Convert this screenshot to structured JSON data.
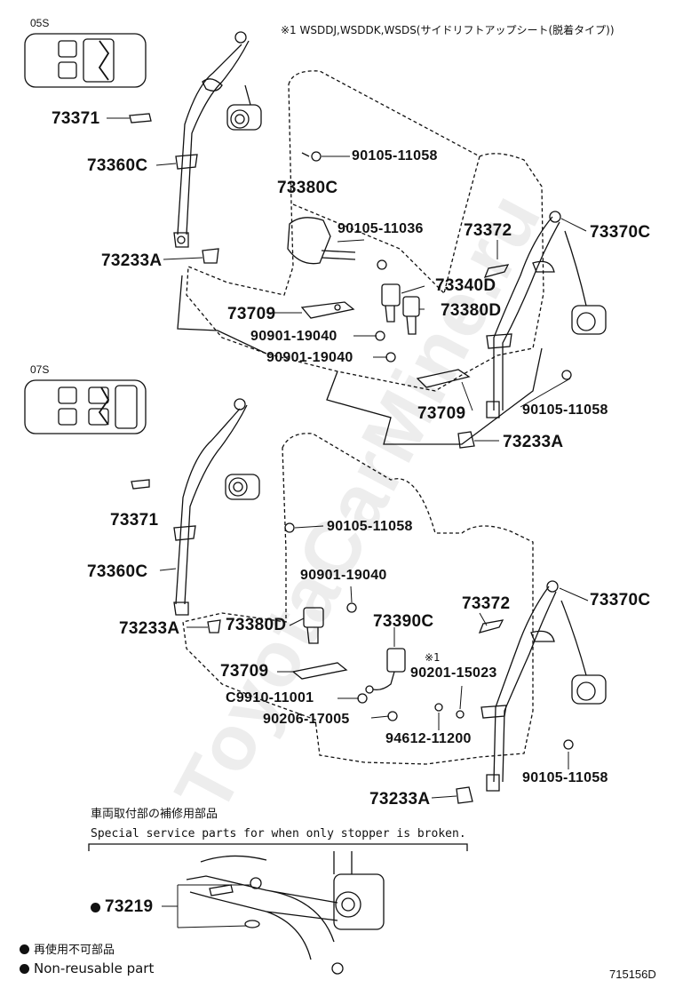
{
  "note_top": "※1 WSDDJ,WSDDK,WSDS(サイドリフトアップシート(脱着タイプ))",
  "variant_05s": "05S",
  "variant_07s": "07S",
  "parts_upper": {
    "p73371": "73371",
    "p73360c": "73360C",
    "p73233a_left": "73233A",
    "p73380c": "73380C",
    "p90105_11036": "90105-11036",
    "p90105_11058_top": "90105-11058",
    "p73372": "73372",
    "p73370c": "73370C",
    "p73340d": "73340D",
    "p73380d": "73380D",
    "p73709_left": "73709",
    "p90901_19040_a": "90901-19040",
    "p90901_19040_b": "90901-19040",
    "p73709_right": "73709",
    "p90105_11058_right": "90105-11058",
    "p73233a_right": "73233A"
  },
  "parts_lower": {
    "p73371": "73371",
    "p90105_11058_top": "90105-11058",
    "p73360c": "73360C",
    "p90901_19040": "90901-19040",
    "p73233a_left": "73233A",
    "p73380d": "73380D",
    "p73390c": "73390C",
    "p73372": "73372",
    "p73370c": "73370C",
    "p73709": "73709",
    "note_mark": "※1",
    "p90201_15023": "90201-15023",
    "pc9910_11001": "C9910-11001",
    "p90206_17005": "90206-17005",
    "p94612_11200": "94612-11200",
    "p90105_11058_right": "90105-11058",
    "p73233a_right": "73233A"
  },
  "service": {
    "jp": "車両取付部の補修用部品",
    "en": "Special service parts for when only stopper is broken.",
    "part": "73219"
  },
  "legend": {
    "jp": "再使用不可部品",
    "en": "Non-reusable part"
  },
  "figure_id": "715156D",
  "watermark": "ToyotaCarMine.ru"
}
